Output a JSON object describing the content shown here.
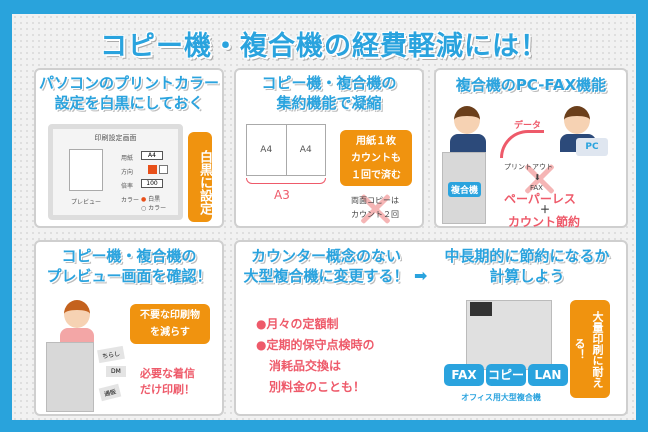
{
  "title": "コピー機・複合機の経費軽減には！",
  "colors": {
    "brand_blue": "#29a3dc",
    "orange": "#f0930f",
    "red": "#ee5a6a"
  },
  "panel1": {
    "heading1": "パソコンのプリントカラー",
    "heading2": "設定を白黒にしておく",
    "dialog_title": "印刷設定画面",
    "preview": "プレビュー",
    "paper_label": "用紙",
    "paper_value": "A4",
    "direction_label": "方向",
    "scale_label": "倍率",
    "scale_value": "100",
    "color_label": "カラー",
    "opt_bw": "白黒",
    "opt_color": "カラー",
    "callout": "白黒に設定"
  },
  "panel2": {
    "heading1": "コピー機・複合機の",
    "heading2": "集約機能で凝縮",
    "page_left": "A4",
    "page_right": "A4",
    "sheet": "A3",
    "callout1": "用紙１枚",
    "callout2": "カウントも",
    "callout3": "１回で済む",
    "duplex1": "両面コピーは",
    "duplex2": "カウント２回"
  },
  "panel3": {
    "heading": "複合機のPC-FAX機能",
    "data": "データ",
    "printout": "プリントアウト",
    "fax": "FAX",
    "pc": "PC",
    "mfp": "複合機",
    "result1": "ペーパーレス",
    "plus": "＋",
    "result2": "カウント節約"
  },
  "panel4": {
    "heading1": "コピー機・複合機の",
    "heading2": "プレビュー画面を確認！",
    "callout1": "不要な印刷物",
    "callout2": "を減らす",
    "paper1": "ちらし",
    "paper2": "DM",
    "paper3": "通販",
    "note1": "必要な着信",
    "note2": "だけ印刷！"
  },
  "panel5": {
    "heading1": "カウンター概念のない",
    "heading2": "大型複合機に変更する！",
    "heading3": "中長期的に節約になるか",
    "heading4": "計算しよう",
    "bullet1": "●月々の定額制",
    "bullet2": "●定期的保守点検時の",
    "bullet2b": "消耗品交換は",
    "bullet2c": "別料金のことも！",
    "feat_fax": "FAX",
    "feat_copy": "コピー",
    "feat_lan": "LAN",
    "caption": "オフィス用大型複合機",
    "callout": "大量印刷に耐える！"
  }
}
